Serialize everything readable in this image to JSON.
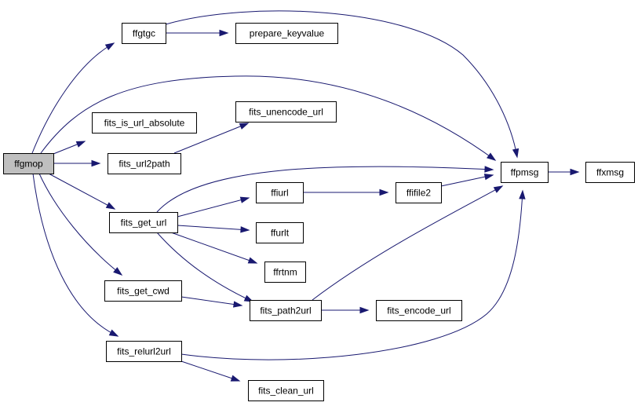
{
  "graph": {
    "edge_color": "#191970",
    "node_fill": "#ffffff",
    "root_fill": "#bfbfbf",
    "nodes": {
      "ffgmop": "ffgmop",
      "ffgtgc": "ffgtgc",
      "prepare_keyvalue": "prepare_keyvalue",
      "ffpmsg": "ffpmsg",
      "ffxmsg": "ffxmsg",
      "fits_is_url_absolute": "fits_is_url_absolute",
      "fits_unencode_url": "fits_unencode_url",
      "fits_url2path": "fits_url2path",
      "fits_get_url": "fits_get_url",
      "ffiurl": "ffiurl",
      "ffifile2": "ffifile2",
      "ffurlt": "ffurlt",
      "ffrtnm": "ffrtnm",
      "fits_get_cwd": "fits_get_cwd",
      "fits_path2url": "fits_path2url",
      "fits_encode_url": "fits_encode_url",
      "fits_relurl2url": "fits_relurl2url",
      "fits_clean_url": "fits_clean_url"
    },
    "edges": [
      [
        "ffgmop",
        "ffgtgc"
      ],
      [
        "ffgmop",
        "ffpmsg"
      ],
      [
        "ffgmop",
        "fits_is_url_absolute"
      ],
      [
        "ffgmop",
        "fits_url2path"
      ],
      [
        "ffgmop",
        "fits_get_url"
      ],
      [
        "ffgmop",
        "fits_get_cwd"
      ],
      [
        "ffgmop",
        "fits_relurl2url"
      ],
      [
        "ffgtgc",
        "ffpmsg"
      ],
      [
        "ffgtgc",
        "prepare_keyvalue"
      ],
      [
        "ffpmsg",
        "ffxmsg"
      ],
      [
        "fits_url2path",
        "fits_unencode_url"
      ],
      [
        "fits_get_url",
        "ffpmsg"
      ],
      [
        "fits_get_url",
        "ffiurl"
      ],
      [
        "fits_get_url",
        "ffurlt"
      ],
      [
        "fits_get_url",
        "ffrtnm"
      ],
      [
        "fits_get_url",
        "fits_path2url"
      ],
      [
        "ffiurl",
        "ffifile2"
      ],
      [
        "ffifile2",
        "ffpmsg"
      ],
      [
        "fits_get_cwd",
        "fits_path2url"
      ],
      [
        "fits_path2url",
        "ffpmsg"
      ],
      [
        "fits_path2url",
        "fits_encode_url"
      ],
      [
        "fits_relurl2url",
        "ffpmsg"
      ],
      [
        "fits_relurl2url",
        "fits_clean_url"
      ]
    ]
  }
}
